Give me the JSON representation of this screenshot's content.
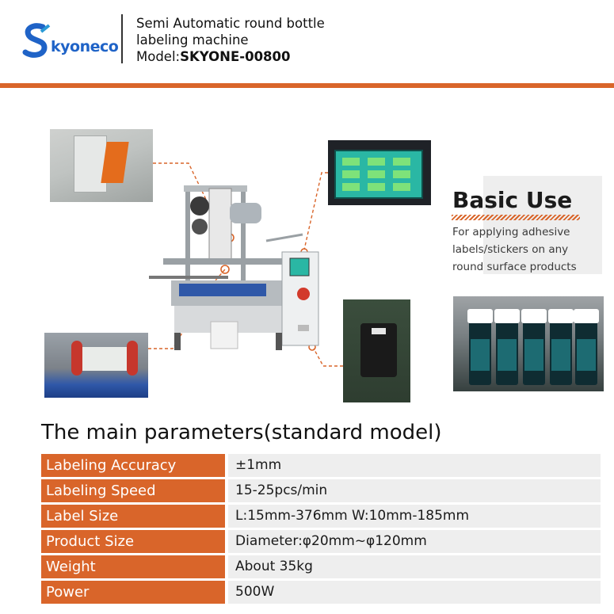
{
  "header": {
    "logo_text": "kyoneco",
    "title_line1": "Semi Automatic round bottle",
    "title_line2": "labeling machine",
    "model_label": "Model:",
    "model_value": "SKYONE-00800"
  },
  "colors": {
    "accent": "#d9652a",
    "brand_blue": "#1f63c7",
    "row_bg": "#eeeeee"
  },
  "basic_use": {
    "title": "Basic Use",
    "lines": [
      "For applying adhesive",
      "labels/stickers on any",
      "round surface products"
    ]
  },
  "parameters": {
    "title": "The main parameters(standard model)",
    "rows": [
      {
        "label": "Labeling Accuracy",
        "value": "±1mm"
      },
      {
        "label": "Labeling Speed",
        "value": "15-25pcs/min"
      },
      {
        "label": "Label Size",
        "value": "L:15mm-376mm W:10mm-185mm"
      },
      {
        "label": "Product Size",
        "value": "Diameter:φ20mm~φ120mm"
      },
      {
        "label": "Weight",
        "value": "About 35kg"
      },
      {
        "label": "Power",
        "value": "500W"
      }
    ]
  }
}
